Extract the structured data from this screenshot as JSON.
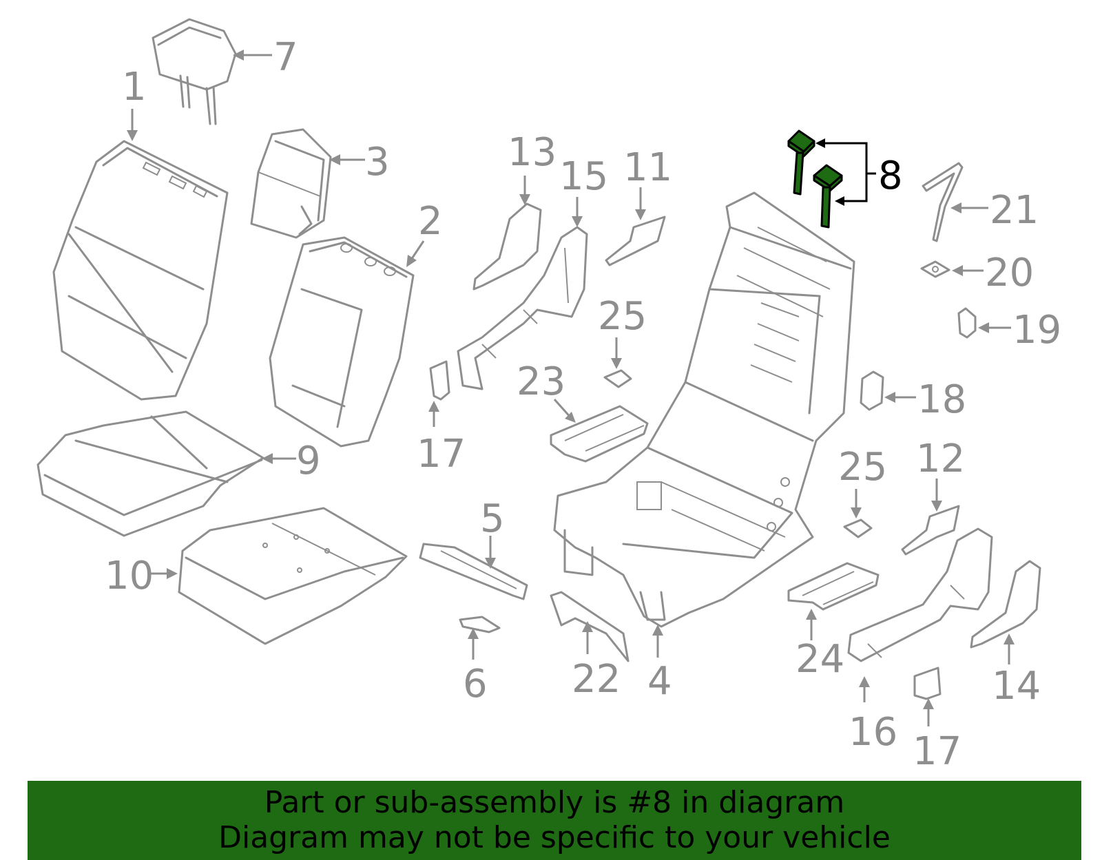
{
  "highlight": {
    "part_number": "8",
    "color": "#1e6b14"
  },
  "callouts": [
    {
      "id": "c7",
      "label": "7"
    },
    {
      "id": "c1",
      "label": "1"
    },
    {
      "id": "c3",
      "label": "3"
    },
    {
      "id": "c2",
      "label": "2"
    },
    {
      "id": "c9",
      "label": "9"
    },
    {
      "id": "c10",
      "label": "10"
    },
    {
      "id": "c13",
      "label": "13"
    },
    {
      "id": "c15",
      "label": "15"
    },
    {
      "id": "c11",
      "label": "11"
    },
    {
      "id": "c17a",
      "label": "17"
    },
    {
      "id": "c23",
      "label": "23"
    },
    {
      "id": "c25a",
      "label": "25"
    },
    {
      "id": "c5",
      "label": "5"
    },
    {
      "id": "c6",
      "label": "6"
    },
    {
      "id": "c22",
      "label": "22"
    },
    {
      "id": "c4",
      "label": "4"
    },
    {
      "id": "c8",
      "label": "8"
    },
    {
      "id": "c21",
      "label": "21"
    },
    {
      "id": "c20",
      "label": "20"
    },
    {
      "id": "c19",
      "label": "19"
    },
    {
      "id": "c18",
      "label": "18"
    },
    {
      "id": "c25b",
      "label": "25"
    },
    {
      "id": "c12",
      "label": "12"
    },
    {
      "id": "c24",
      "label": "24"
    },
    {
      "id": "c16",
      "label": "16"
    },
    {
      "id": "c17b",
      "label": "17"
    },
    {
      "id": "c14",
      "label": "14"
    }
  ],
  "banner": {
    "line1": "Part or sub-assembly is #8 in diagram",
    "line2": "Diagram may not be specific to your vehicle",
    "color": "#1e6b14"
  }
}
